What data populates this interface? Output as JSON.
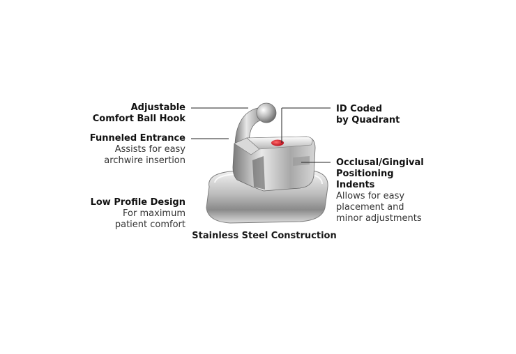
{
  "labels": {
    "hook": {
      "title1": "Adjustable",
      "title2": "Comfort Ball Hook"
    },
    "funnel": {
      "title": "Funneled Entrance",
      "desc1": "Assists for easy",
      "desc2": "archwire insertion"
    },
    "lowprofile": {
      "title": "Low Profile Design",
      "desc1": "For maximum",
      "desc2": "patient comfort"
    },
    "idcoded": {
      "title1": "ID Coded",
      "title2": "by Quadrant"
    },
    "occlusal": {
      "title1": "Occlusal/Gingival",
      "title2": "Positioning",
      "title3": "Indents",
      "desc1": "Allows for easy",
      "desc2": "placement and",
      "desc3": "minor adjustments"
    },
    "steel": "Stainless Steel Construction"
  },
  "colors": {
    "id_dot": "#d0121b",
    "metal_light": "#f2f2f2",
    "metal_dark": "#6d6d6d",
    "leader": "#222222"
  }
}
